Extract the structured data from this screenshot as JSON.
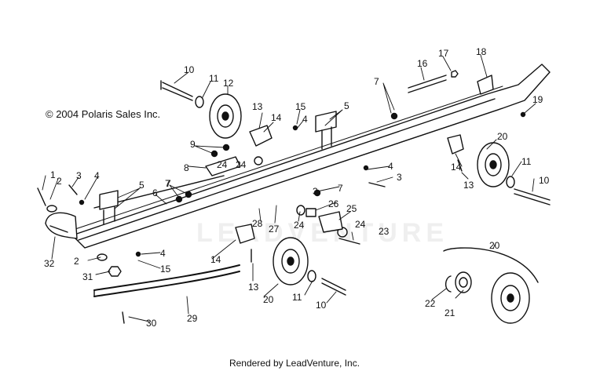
{
  "copyright": "© 2004 Polaris Sales Inc.",
  "footer": "Rendered by LeadVenture, Inc.",
  "watermark_text": "LEADVENTURE",
  "callouts": [
    "1",
    "2",
    "3",
    "4",
    "5",
    "6",
    "7",
    "8",
    "9",
    "10",
    "11",
    "12",
    "13",
    "14",
    "15",
    "16",
    "17",
    "18",
    "19",
    "20",
    "21",
    "22",
    "23",
    "24",
    "25",
    "26",
    "27",
    "28",
    "29",
    "30",
    "31",
    "32"
  ]
}
